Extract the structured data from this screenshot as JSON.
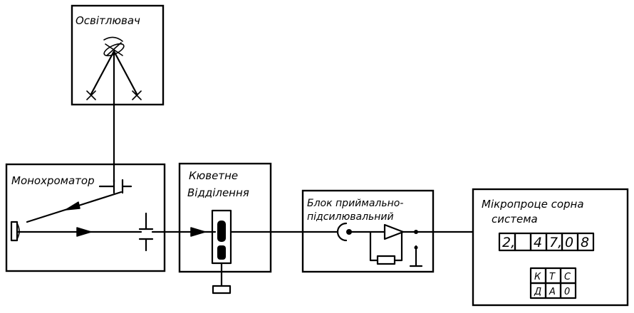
{
  "blocks": {
    "illuminator": {
      "label": "Освітлювач"
    },
    "monochromator": {
      "label": "Монохроматор"
    },
    "cuvette": {
      "label_line1": "Кюветне",
      "label_line2": "Відділення"
    },
    "receiver": {
      "label_line1": "Блок приймально-",
      "label_line2": "підсилювальний"
    },
    "microprocessor": {
      "label_line1": "Мікропроце сорна",
      "label_line2": "система",
      "display_digits": [
        "2,",
        "",
        "4",
        "7,",
        "0",
        "8"
      ],
      "keypad_row1": [
        "К",
        "Т",
        "С"
      ],
      "keypad_row2": [
        "Д",
        "А",
        "0"
      ]
    }
  },
  "symbols": {
    "shutter_top": "⊥",
    "shutter_bottom": "Т"
  }
}
